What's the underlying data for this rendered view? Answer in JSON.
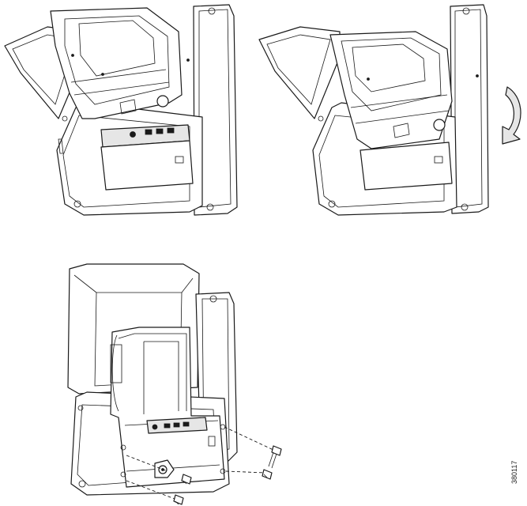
{
  "figure": {
    "id_label": "380117",
    "steps": [
      {
        "name": "step-1-align-bracket"
      },
      {
        "name": "step-2-rotate-bracket",
        "arrow_icon": "rotate-arrow-icon"
      },
      {
        "name": "step-3-secure-screws",
        "screw_count": 4
      }
    ]
  }
}
